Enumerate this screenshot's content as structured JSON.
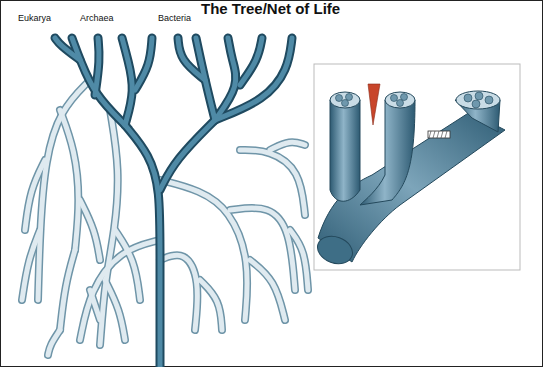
{
  "diagram": {
    "title": "The Tree/Net of Life",
    "labels": [
      "Eukarya",
      "Archaea",
      "Bacteria"
    ]
  }
}
